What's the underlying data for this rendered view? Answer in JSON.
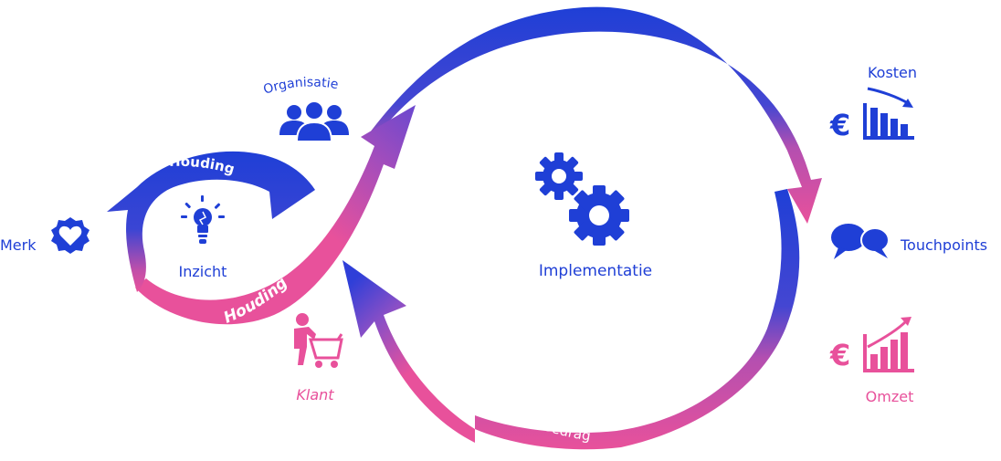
{
  "colors": {
    "blue": "#1f3fd6",
    "pink": "#e8519b",
    "purple": "#8a4fc6"
  },
  "center": {
    "label": "Implementatie",
    "icon": "gears-icon"
  },
  "loop": {
    "top_arrow_label": "Houding",
    "bottom_left_band_label": "Houding",
    "bottom_arrow_label": "Gedrag",
    "inner_label": "Inzicht",
    "inner_icon": "lightbulb-icon"
  },
  "left": {
    "merk_label": "Merk",
    "merk_icon": "heart-badge-icon",
    "organisatie_label": "Organisatie",
    "organisatie_icon": "people-group-icon",
    "klant_label": "Klant",
    "klant_icon": "shopper-cart-icon"
  },
  "right": {
    "kosten_label": "Kosten",
    "kosten_icon": "euro-declining-bars-icon",
    "touchpoints_label": "Touchpoints",
    "touchpoints_icon": "speech-bubbles-icon",
    "omzet_label": "Omzet",
    "omzet_icon": "euro-rising-bars-icon"
  }
}
